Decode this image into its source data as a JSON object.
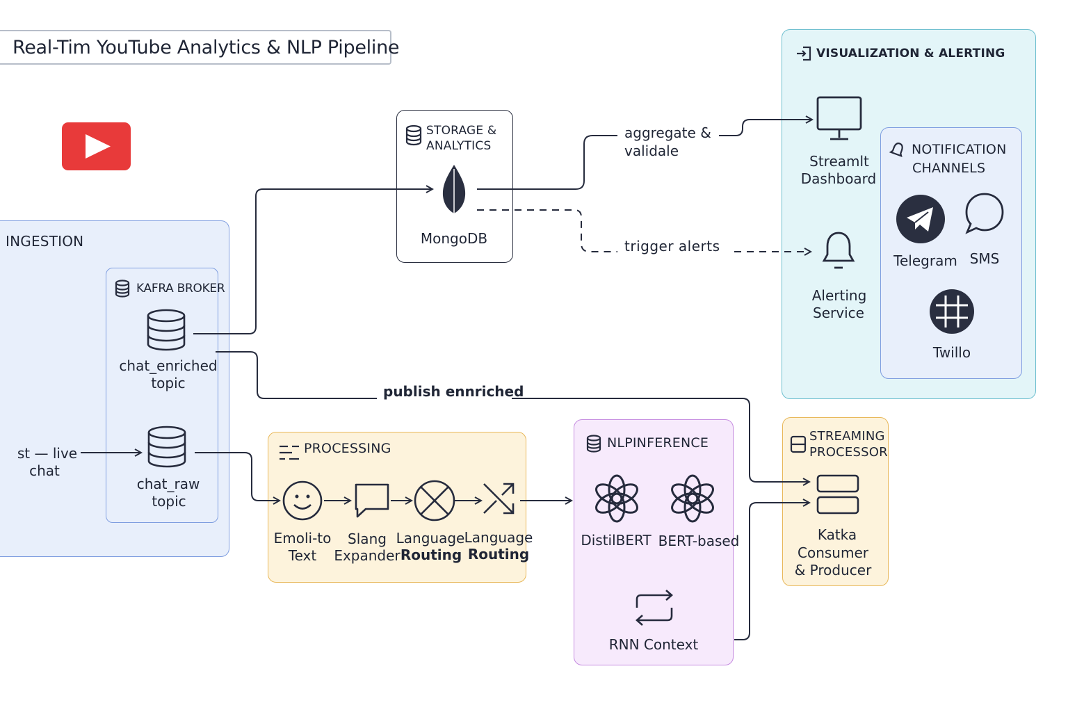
{
  "title": "Real-Tim YouTube Analytics & NLP Pipeline",
  "colors": {
    "ink": "#262b3d",
    "ingestion_bg": "#e8effb",
    "ingestion_border": "#7f9ee0",
    "processing_bg": "#fdf3dc",
    "processing_border": "#e8b85a",
    "nlp_bg": "#f7eafc",
    "nlp_border": "#c58be0",
    "streaming_bg": "#fdf3dc",
    "streaming_border": "#e8b85a",
    "viz_bg": "#e3f5f8",
    "viz_border": "#6ebfcf",
    "notif_bg": "#e8effb",
    "notif_border": "#7f9ee0",
    "youtube_red": "#e83a3a"
  },
  "ingestion": {
    "title": "INGESTION",
    "source_label_1": "st — live",
    "source_label_2": "chat",
    "broker": {
      "title": "KAFRA BROKER",
      "enriched_topic_1": "chat_enriched",
      "enriched_topic_2": "topic",
      "raw_topic_1": "chat_raw",
      "raw_topic_2": "topic"
    }
  },
  "storage": {
    "title_1": "STORAGE &",
    "title_2": "ANALYTICS",
    "db_label": "MongoDB"
  },
  "edges": {
    "aggregate_1": "aggregate &",
    "aggregate_2": "validale",
    "trigger": "trigger  alerts",
    "publish": "publish ennriched"
  },
  "visualization": {
    "title": "VISUALIZATION & ALERTING",
    "dashboard_1": "Streamlt",
    "dashboard_2": "Dashboard",
    "alerting_1": "Alerting",
    "alerting_2": "Service",
    "notifications": {
      "title_1": "NOTIFICATION",
      "title_2": "CHANNELS",
      "telegram": "Telegram",
      "sms": "SMS",
      "twilio": "Twillo"
    }
  },
  "processing": {
    "title": "PROCESSING",
    "steps": [
      {
        "label_1": "Emoli-to",
        "label_2": "Text",
        "icon": "smiley-icon"
      },
      {
        "label_1": "Slang",
        "label_2": "Expander",
        "icon": "chat-bubble-icon"
      },
      {
        "label_1": "Language",
        "label_2": "Routing",
        "icon": "circle-x-icon"
      },
      {
        "label_1": "Language",
        "label_2": "Routing",
        "icon": "shuffle-icon"
      }
    ]
  },
  "nlp": {
    "title": "NLPINFERENCE",
    "model_1": "DistilBERT",
    "model_2": "BERT-based",
    "rnn": "RNN Context"
  },
  "streaming": {
    "title_1": "STREAMING",
    "title_2": "PROCESSOR",
    "label_1": "Katka",
    "label_2": "Consumer",
    "label_3": "& Producer"
  }
}
